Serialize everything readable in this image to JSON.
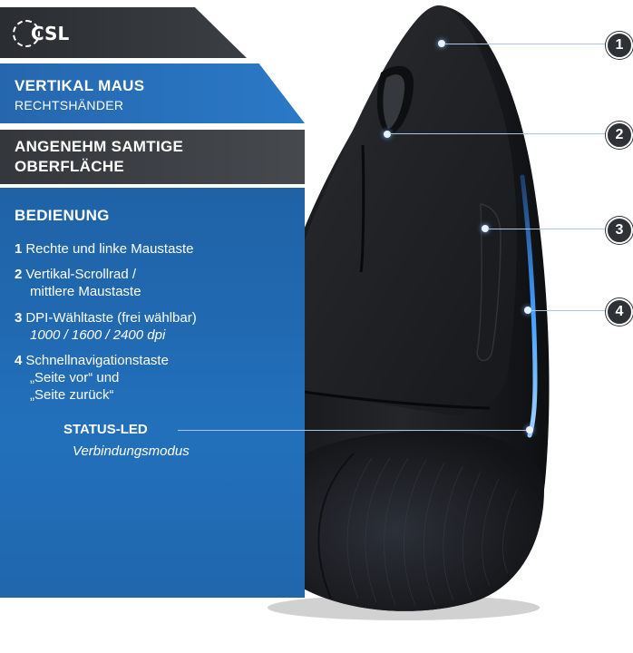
{
  "brand": {
    "logo_text": "CSL"
  },
  "header": {
    "title": "VERTIKAL MAUS",
    "subtitle": "RECHTSHÄNDER"
  },
  "feature": {
    "line1": "ANGENEHM SAMTIGE",
    "line2": "OBERFLÄCHE"
  },
  "controls": {
    "title": "BEDIENUNG",
    "items": [
      {
        "num": "1",
        "lines": [
          "Rechte und linke Maustaste"
        ]
      },
      {
        "num": "2",
        "lines": [
          "Vertikal-Scrollrad /",
          "mittlere Maustaste"
        ]
      },
      {
        "num": "3",
        "lines": [
          "DPI-Wähltaste (frei wählbar)",
          "1000 / 1600 / 2400 dpi"
        ]
      },
      {
        "num": "4",
        "lines": [
          "Schnellnavigationstaste",
          "„Seite vor“ und",
          "„Seite zurück“"
        ]
      }
    ]
  },
  "status_led": {
    "title": "STATUS-LED",
    "subtitle": "Verbindungsmodus"
  },
  "callouts": [
    "1",
    "2",
    "3",
    "4"
  ],
  "colors": {
    "blue": "#2270bb",
    "dark": "#2e3136",
    "led": "#4aa8ff"
  }
}
